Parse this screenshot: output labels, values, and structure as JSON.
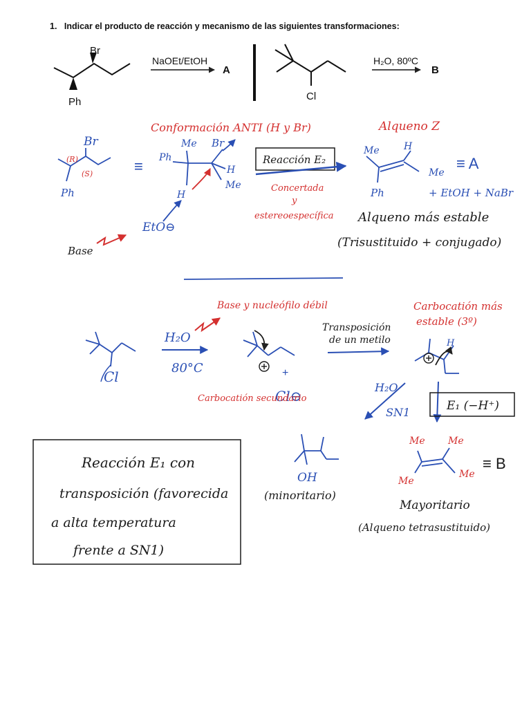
{
  "question": {
    "number": "1.",
    "text": "Indicar el producto de reacción y mecanismo de las siguientes transformaciones:"
  },
  "scheme_a": {
    "substituent_br": "Br",
    "substituent_ph": "Ph",
    "reagent": "NaOEt/EtOH",
    "product_label": "A"
  },
  "scheme_b": {
    "substituent_cl": "Cl",
    "reagent": "H₂O, 80ºC",
    "product_label": "B"
  },
  "e2_mechanism": {
    "br_label": "Br",
    "ph_label": "Ph",
    "r_label": "(R)",
    "s_label": "(S)",
    "equals": "≡",
    "conformation_title": "Conformación ANTI (H y Br)",
    "me_top": "Me",
    "br_top": "Br",
    "ph_side": "Ph",
    "h_right": "H",
    "me_right": "Me",
    "h_bottom": "H",
    "base_ion": "EtO⊖",
    "base_label": "Base",
    "reaction_box": "Reacción E₂",
    "concerted": "Concertada",
    "y": "y",
    "stereospecific": "estereoespecífica",
    "alkene_z": "Alqueno Z",
    "prod_me": "Me",
    "prod_h": "H",
    "prod_ph": "Ph",
    "prod_me2": "Me",
    "equiv_a": "≡ A",
    "byproducts": "+ EtOH + NaBr",
    "most_stable": "Alqueno más estable",
    "reason": "(Trisustituido + conjugado)"
  },
  "e1_mechanism": {
    "cl_label": "Cl",
    "water": "H₂O",
    "temp": "80°C",
    "weak": "Base y nucleófilo débil",
    "plus": "+",
    "chloride": "Cl⊖",
    "sec_cation": "Carbocatión secundario",
    "shift_line1": "Transposición",
    "shift_line2": "de un metilo",
    "stable_cation_line1": "Carbocatión más",
    "stable_cation_line2": "estable (3º)",
    "h_label": "H",
    "water2": "H₂O",
    "sn1": "SN1",
    "e1_box": "E₁ (−H⁺)",
    "oh_label": "OH",
    "minor": "(minoritario)",
    "me1": "Me",
    "me2": "Me",
    "me3": "Me",
    "me4": "Me",
    "equiv_b": "≡ B",
    "major": "Mayoritario",
    "tetra": "(Alqueno tetrasustituido)",
    "summary_l1": "Reacción E₁ con",
    "summary_l2": "transposición (favorecida",
    "summary_l3": "a alta temperatura",
    "summary_l4": "frente a SN1)"
  },
  "colors": {
    "red": "#d4302f",
    "blue": "#2a4fb4",
    "ink": "#1a1a1a"
  }
}
